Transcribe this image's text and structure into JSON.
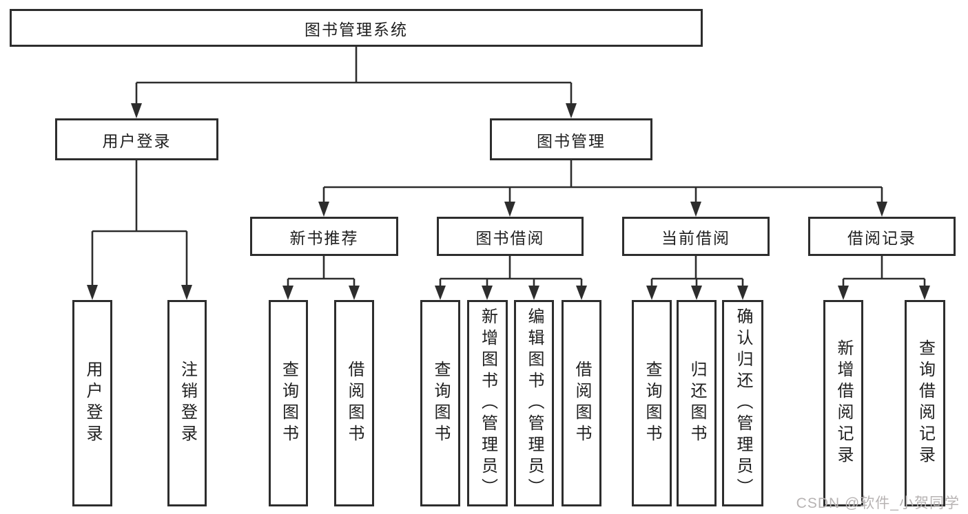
{
  "diagram_title": "图书管理系统",
  "tree": {
    "label": "图书管理系统",
    "children": [
      {
        "label": "用户登录",
        "children": [
          {
            "label": "用户登录"
          },
          {
            "label": "注销登录"
          }
        ]
      },
      {
        "label": "图书管理",
        "children": [
          {
            "label": "新书推荐",
            "children": [
              {
                "label": "查询图书"
              },
              {
                "label": "借阅图书"
              }
            ]
          },
          {
            "label": "图书借阅",
            "children": [
              {
                "label": "查询图书"
              },
              {
                "label": "新增图书（管理员）"
              },
              {
                "label": "编辑图书（管理员）"
              },
              {
                "label": "借阅图书"
              }
            ]
          },
          {
            "label": "当前借阅",
            "children": [
              {
                "label": "查询图书"
              },
              {
                "label": "归还图书"
              },
              {
                "label": "确认归还（管理员）"
              }
            ]
          },
          {
            "label": "借阅记录",
            "children": [
              {
                "label": "新增借阅记录"
              },
              {
                "label": "查询借阅记录"
              }
            ]
          }
        ]
      }
    ]
  },
  "watermark": {
    "text": "CSDN @软件_小贺同学"
  },
  "colors": {
    "line": "#2d2d2d",
    "box_border": "#2d2d2d",
    "text": "#1f1f1f",
    "watermark": "#b7b3b3",
    "background": "#ffffff"
  }
}
